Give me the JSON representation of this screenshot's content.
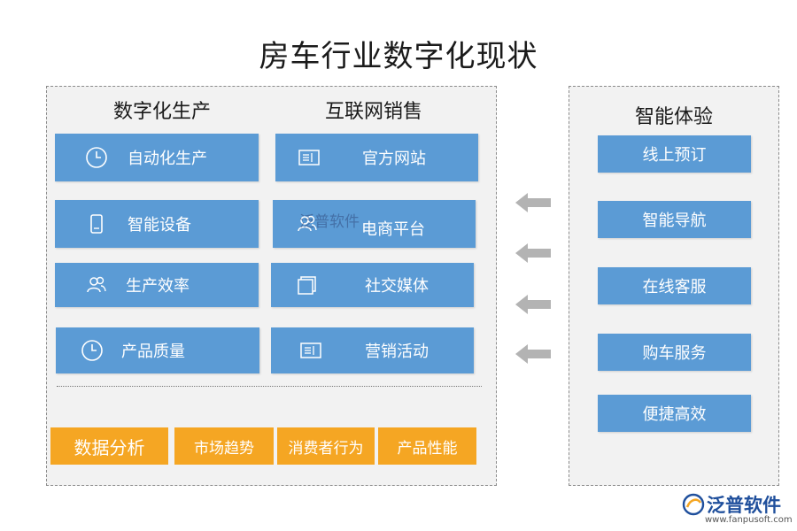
{
  "title": "房车行业数字化现状",
  "columns": {
    "production": {
      "heading": "数字化生产",
      "items": [
        {
          "label": "自动化生产",
          "icon": "clock-icon"
        },
        {
          "label": "智能设备",
          "icon": "device-icon"
        },
        {
          "label": "生产效率",
          "icon": "people-icon"
        },
        {
          "label": "产品质量",
          "icon": "clock-icon"
        }
      ]
    },
    "sales": {
      "heading": "互联网销售",
      "items": [
        {
          "label": "官方网站",
          "icon": "document-icon"
        },
        {
          "label": "电商平台",
          "icon": "people-icon"
        },
        {
          "label": "社交媒体",
          "icon": "pages-icon"
        },
        {
          "label": "营销活动",
          "icon": "document-icon"
        }
      ]
    },
    "experience": {
      "heading": "智能体验",
      "items": [
        "线上预订",
        "智能导航",
        "在线客服",
        "购车服务",
        "便捷高效"
      ]
    }
  },
  "analysis": {
    "items": [
      "数据分析",
      "市场趋势",
      "消费者行为",
      "产品性能"
    ]
  },
  "watermark": "泛普软件",
  "logo": {
    "name": "泛普软件",
    "url": "www.fanpusoft.com"
  },
  "colors": {
    "tile_blue": "#5b9bd5",
    "tile_orange": "#f5a623",
    "arrow_gray": "#b3b3b3",
    "panel_bg": "#f2f2f2"
  }
}
